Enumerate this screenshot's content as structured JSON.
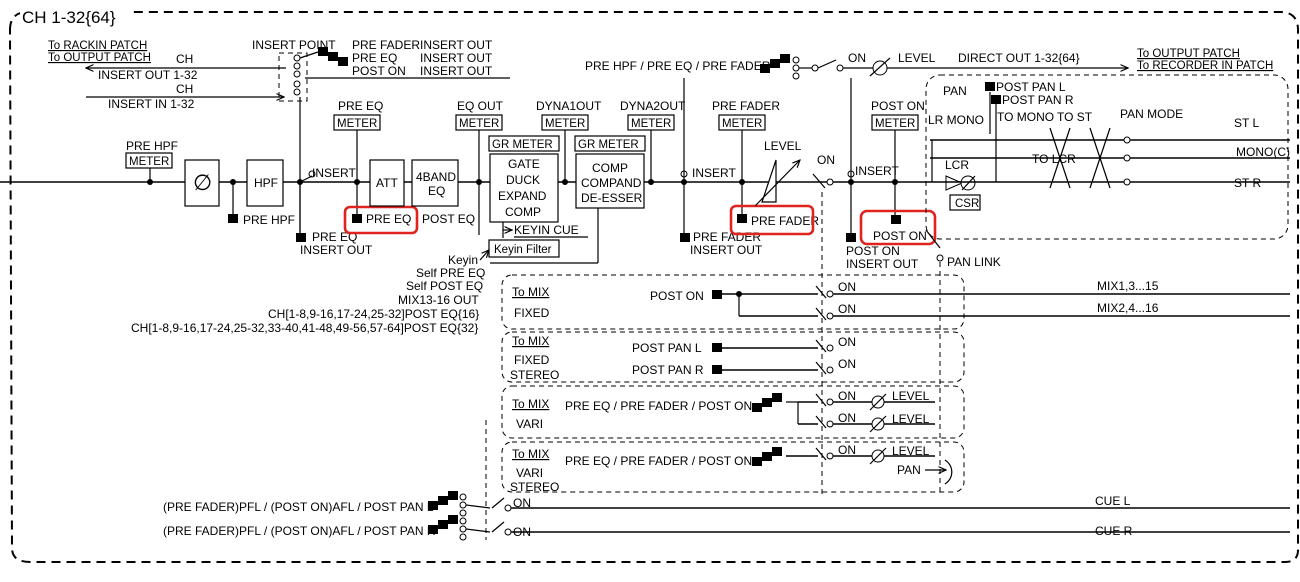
{
  "diagram": {
    "title": "CH 1-32{64}",
    "rackin_patch": "To RACKIN PATCH",
    "output_patch": "To OUTPUT PATCH",
    "ch_out": "CH",
    "insert_out_label": "INSERT OUT 1-32",
    "ch_in": "CH",
    "insert_in_label": "INSERT IN 1-32",
    "insert_point": "INSERT POINT",
    "insert_point_options": [
      "PRE FADER",
      "PRE EQ",
      "POST ON"
    ],
    "insert_out": [
      "INSERT OUT",
      "INSERT OUT",
      "INSERT OUT"
    ],
    "direct_sel": "PRE HPF / PRE EQ / PRE FADER",
    "direct_on": "ON",
    "direct_level": "LEVEL",
    "direct_out": "DIRECT OUT 1-32{64}",
    "to_output_patch": "To OUTPUT PATCH",
    "to_recorder_patch": "To RECORDER IN PATCH",
    "pre_hpf": "PRE HPF",
    "meter": "METER",
    "phase": "∅",
    "hpf": "HPF",
    "pre_hpf_tap": "PRE HPF",
    "insert": "INSERT",
    "pre_eq": "PRE EQ",
    "att": "ATT",
    "eq_line1": "4BAND",
    "eq_line2": "EQ",
    "post_eq": "POST EQ",
    "eq_out": "EQ OUT",
    "dyna1out": "DYNA1OUT",
    "dyna2out": "DYNA2OUT",
    "gr_meter": "GR METER",
    "gate_lines": [
      "GATE",
      "DUCK",
      "EXPAND",
      "COMP"
    ],
    "comp_lines": [
      "COMP",
      "COMPAND",
      "DE-ESSER"
    ],
    "keyin_cue": "KEYIN CUE",
    "keyin_filter": "Keyin Filter",
    "keyin_sources": [
      "Keyin",
      "Self PRE EQ",
      "Self POST EQ",
      "MIX13-16 OUT",
      "CH[1-8,9-16,17-24,25-32]POST EQ{16}",
      "CH[1-8,9-16,17-24,25-32,33-40,41-48,49-56,57-64]POST EQ{32}"
    ],
    "pre_eq_insert_out_line1": "PRE EQ",
    "pre_fader": "PRE FADER",
    "level": "LEVEL",
    "on": "ON",
    "pre_fader_insert_out_line1": "PRE FADER",
    "post_on": "POST ON",
    "post_on_insert_out_line1": "POST ON",
    "pan": "PAN",
    "post_pan_l": "POST PAN L",
    "post_pan_r": "POST PAN R",
    "lr_mono": "LR MONO",
    "to_mono": "TO MONO",
    "to_st": "TO ST",
    "to_lcr": "TO LCR",
    "lcr": "LCR",
    "csr": "CSR",
    "pan_mode": "PAN MODE",
    "st_l": "ST L",
    "mono_c": "MONO(C)",
    "st_r": "ST R",
    "pan_link": "PAN LINK",
    "to_mix": "To MIX",
    "fixed": "FIXED",
    "stereo": "STEREO",
    "vari": "VARI",
    "mix_odd": "MIX1,3...15",
    "mix_even": "MIX2,4...16",
    "post_pan_l2": "POST PAN L",
    "post_pan_r2": "POST PAN R",
    "mix_sel": "PRE EQ / PRE FADER / POST ON",
    "pan_short": "PAN",
    "cue_l_src": "(PRE FADER)PFL / (POST ON)AFL / POST PAN L",
    "cue_r_src": "(PRE FADER)PFL / (POST ON)AFL / POST PAN R",
    "cue_l": "CUE L",
    "cue_r": "CUE R"
  }
}
